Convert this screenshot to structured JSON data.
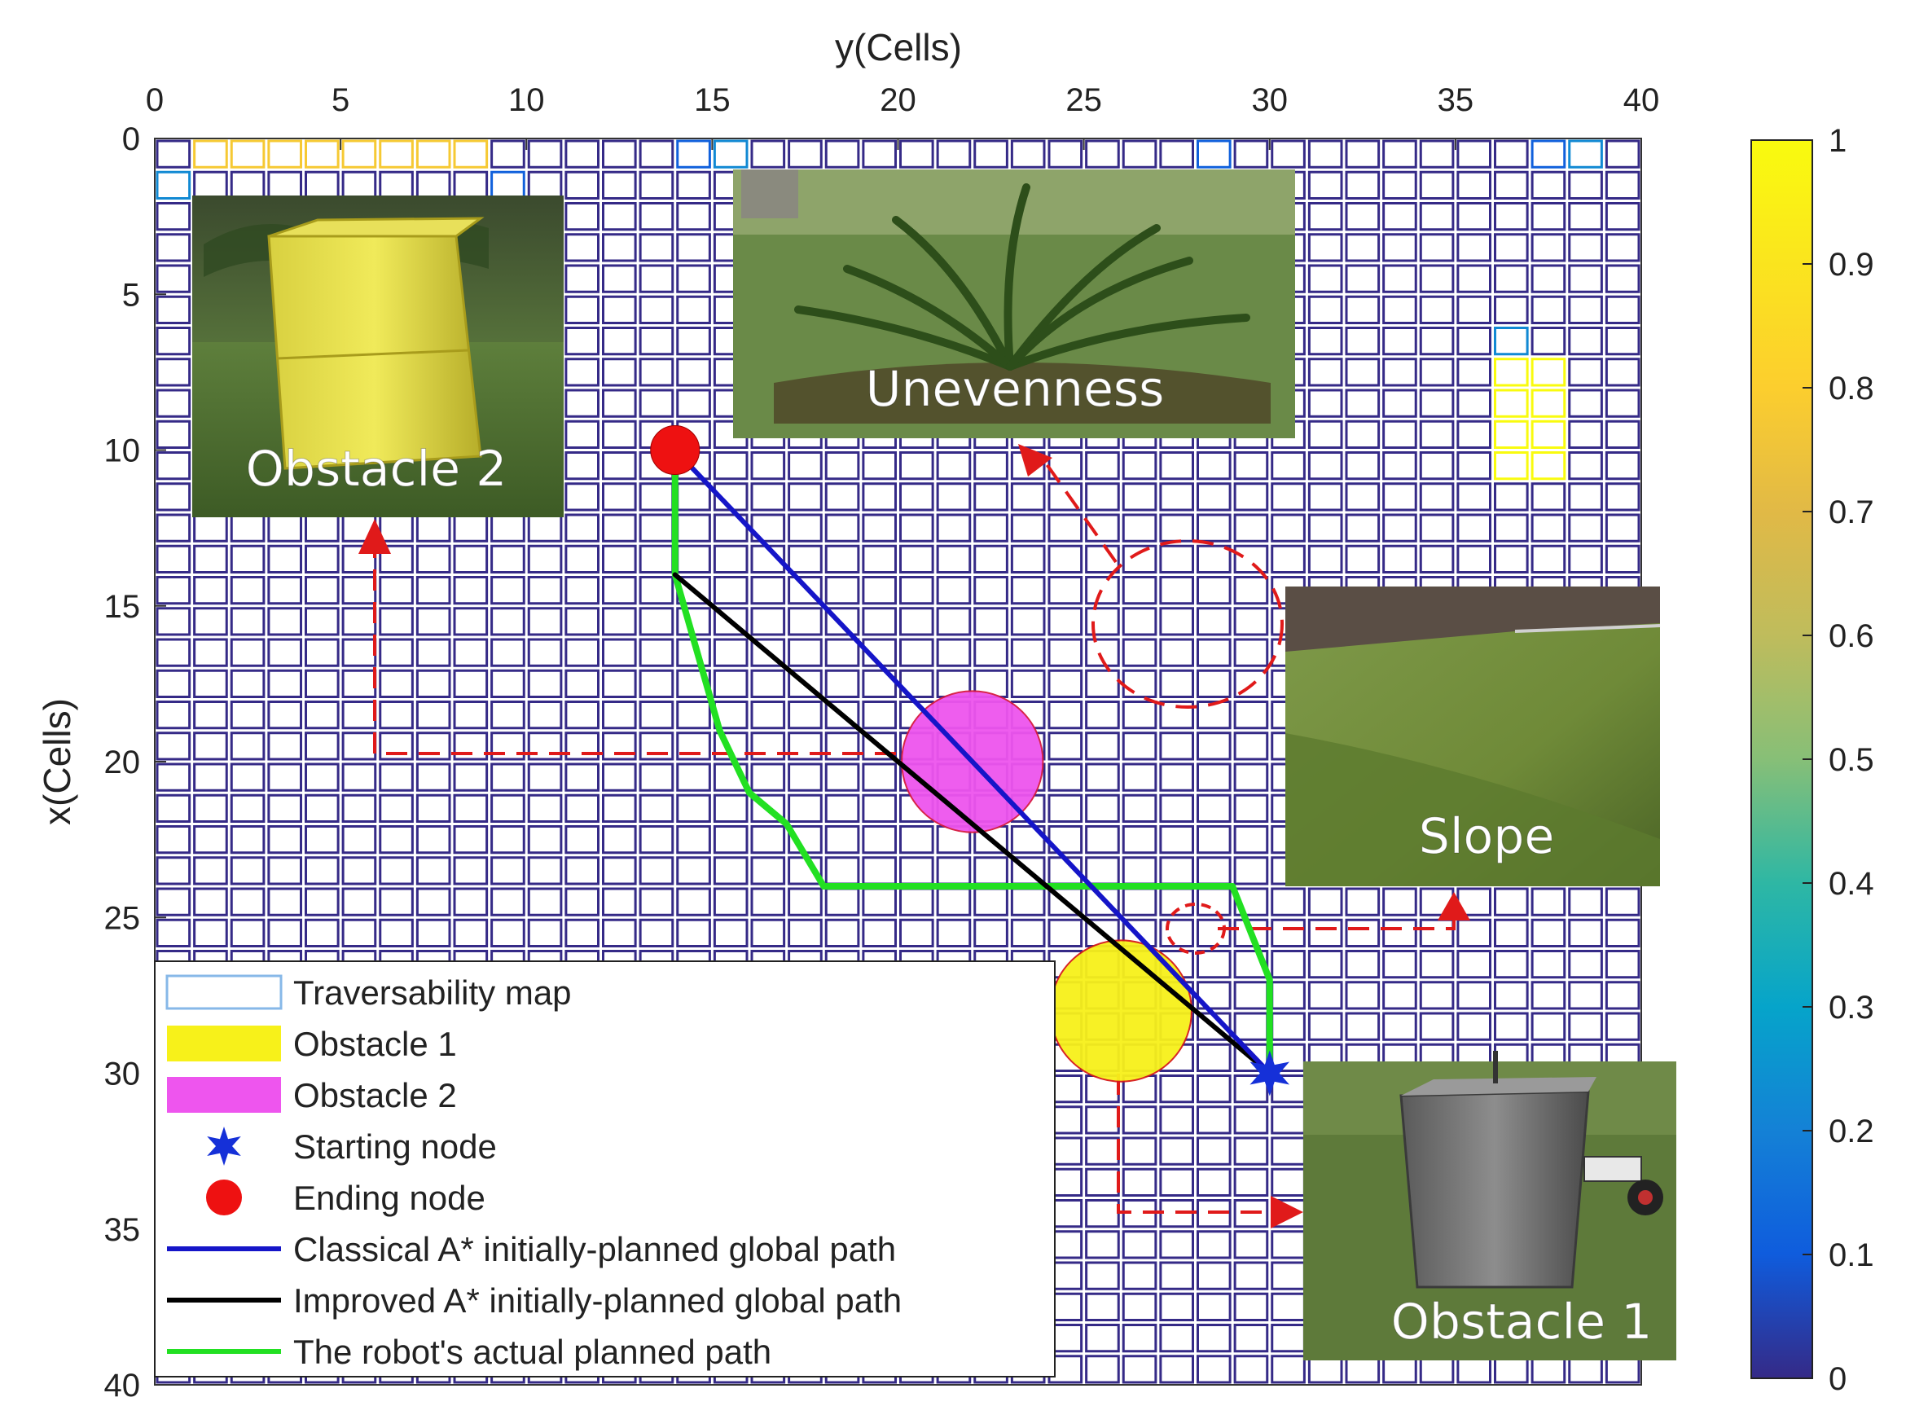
{
  "chart_data": {
    "type": "heatmap",
    "xlabel": "y(Cells)",
    "ylabel": "x(Cells)",
    "xlim": [
      0,
      40
    ],
    "ylim": [
      0,
      40
    ],
    "x_ticks": [
      "0",
      "5",
      "10",
      "15",
      "20",
      "25",
      "30",
      "35",
      "40"
    ],
    "y_ticks": [
      "0",
      "5",
      "10",
      "15",
      "20",
      "25",
      "30",
      "35",
      "40"
    ],
    "x_axis_position": "top",
    "y_axis_direction": "reversed",
    "grid": true,
    "colorbar": {
      "min": 0,
      "max": 1,
      "ticks": [
        "0",
        "0.1",
        "0.2",
        "0.3",
        "0.4",
        "0.5",
        "0.6",
        "0.7",
        "0.8",
        "0.9",
        "1"
      ],
      "colormap": "parula"
    },
    "traversability_grid": [
      "0777777770000012000000000000100000000120",
      "2000000001000000000000000000000000000000",
      "0000000000000000000000000000000000000000",
      "0000000000000000000000000000000000000000",
      "0000000000000000000000000000000000000000",
      "0000000000000000000000000000000000000000",
      "0000000000000000000000000000000000002000",
      "0000000000000000000000000000000000009900",
      "0000000000000000000000000000000000009900",
      "0000000000000000000000000000000000009900",
      "0000000000000000000000000000000000009900",
      "0000000000000000000000000000000000000000",
      "0000000000000000000000000000000000000000",
      "0000000000000000000000000000000000000000",
      "0000000000000000000000000000000000000000",
      "0000000000000000000000000000000000000000",
      "0000000000000000000000000000000000000000",
      "0000000000000000000000000000000000000000",
      "0000000000000000000000000000000000000000",
      "0000000000000000000000000000000000000000",
      "0000000000000000000000000000000000000000",
      "0000000000000000000000000000000000000000",
      "0000000000000000000000000000000000000000",
      "0000000000000000000000000000000000000000",
      "0000000000000000000000000000000000000000",
      "0000000000000000000000000000000000000000",
      "0000000000000000000000000000000000000000",
      "0000000000000000000000000000000000000000",
      "0000000000000000000000000000000000000000",
      "0000000000000000000000000000000000000000",
      "0000000000000000000000000000000000000000",
      "0000000000000000000000000000000000000000",
      "0000000000000000000000000000000000000000",
      "0000000000000000000000000000000000000000",
      "0000000000000000000000000000000000000000",
      "0000000000000000000000000000000000000000",
      "0000000000000000000000000000000000000000",
      "0000000000000000000000000000000000000000",
      "0000000000000000000000000000000000000000",
      "0000000000000000000000000000000000000000"
    ],
    "series": [
      {
        "name": "Classical A* initially-planned global path",
        "color": "#1515c8",
        "points": [
          [
            14,
            10
          ],
          [
            30,
            30
          ]
        ]
      },
      {
        "name": "Improved  A* initially-planned global path",
        "color": "#000000",
        "points": [
          [
            14,
            14
          ],
          [
            30,
            30
          ]
        ]
      },
      {
        "name": "The robot's actual planned path",
        "color": "#22e022",
        "points": [
          [
            14,
            10
          ],
          [
            14,
            14
          ],
          [
            14.6,
            16.5
          ],
          [
            15.2,
            19
          ],
          [
            16,
            21
          ],
          [
            17,
            22
          ],
          [
            17.5,
            23
          ],
          [
            18,
            24
          ],
          [
            29,
            24
          ],
          [
            29.5,
            25.5
          ],
          [
            30,
            27
          ],
          [
            30,
            30
          ]
        ]
      }
    ],
    "markers": {
      "start": {
        "name": "Starting node",
        "x": 30,
        "y": 30,
        "color": "#1530d8"
      },
      "end": {
        "name": "Ending node",
        "x": 14,
        "y": 10,
        "color": "#ee1111"
      }
    },
    "obstacles": [
      {
        "name": "Obstacle 1",
        "x": 26,
        "y": 28,
        "r": 1.9,
        "color": "#f7f11a"
      },
      {
        "name": "Obstacle 2",
        "x": 22,
        "y": 20,
        "r": 1.9,
        "color": "#ee55ee"
      }
    ],
    "legend": {
      "placement": "bottom-left",
      "entries": [
        {
          "label": "Traversability map",
          "kind": "box-outline",
          "color": "#87b8e8"
        },
        {
          "label": "Obstacle 1",
          "kind": "patch",
          "color": "#f7f11a"
        },
        {
          "label": "Obstacle 2",
          "kind": "patch",
          "color": "#ee55ee"
        },
        {
          "label": "Starting node",
          "kind": "star",
          "color": "#1530d8"
        },
        {
          "label": "Ending node",
          "kind": "dot",
          "color": "#ee1111"
        },
        {
          "label": "Classical A* initially-planned global path",
          "kind": "line",
          "color": "#1515c8"
        },
        {
          "label": "Improved  A* initially-planned global path",
          "kind": "line",
          "color": "#000000"
        },
        {
          "label": "The robot's actual planned path",
          "kind": "line",
          "color": "#22e022"
        }
      ]
    },
    "annotations": [
      {
        "label": "Obstacle 2",
        "kind": "photo"
      },
      {
        "label": "Unevenness",
        "kind": "photo"
      },
      {
        "label": "Slope",
        "kind": "photo"
      },
      {
        "label": "Obstacle 1",
        "kind": "photo"
      }
    ]
  }
}
